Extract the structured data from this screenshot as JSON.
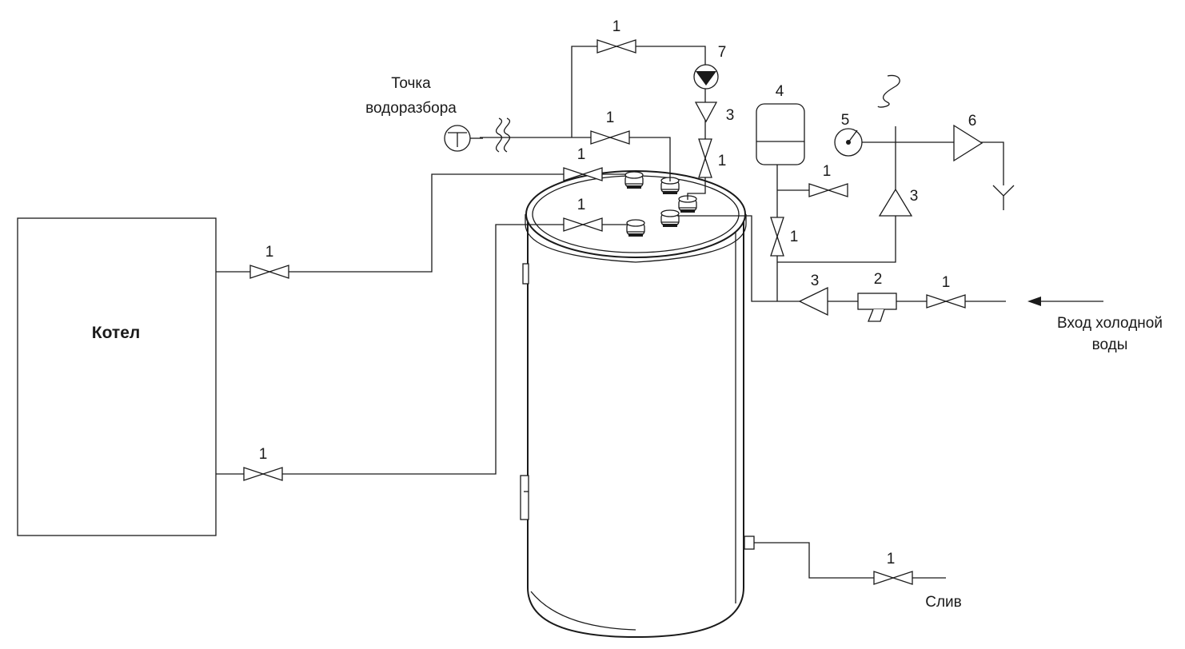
{
  "boiler": {
    "label": "Котел"
  },
  "labels": {
    "water_point_line1": "Точка",
    "water_point_line2": "водоразбора",
    "cold_in_line1": "Вход холодной",
    "cold_in_line2": "воды",
    "drain": "Слив"
  },
  "numbers": {
    "valve": "1",
    "filter": "2",
    "check_valve": "3",
    "expansion_tank": "4",
    "pressure_gauge": "5",
    "safety_valve": "6",
    "circulation_pump": "7"
  }
}
